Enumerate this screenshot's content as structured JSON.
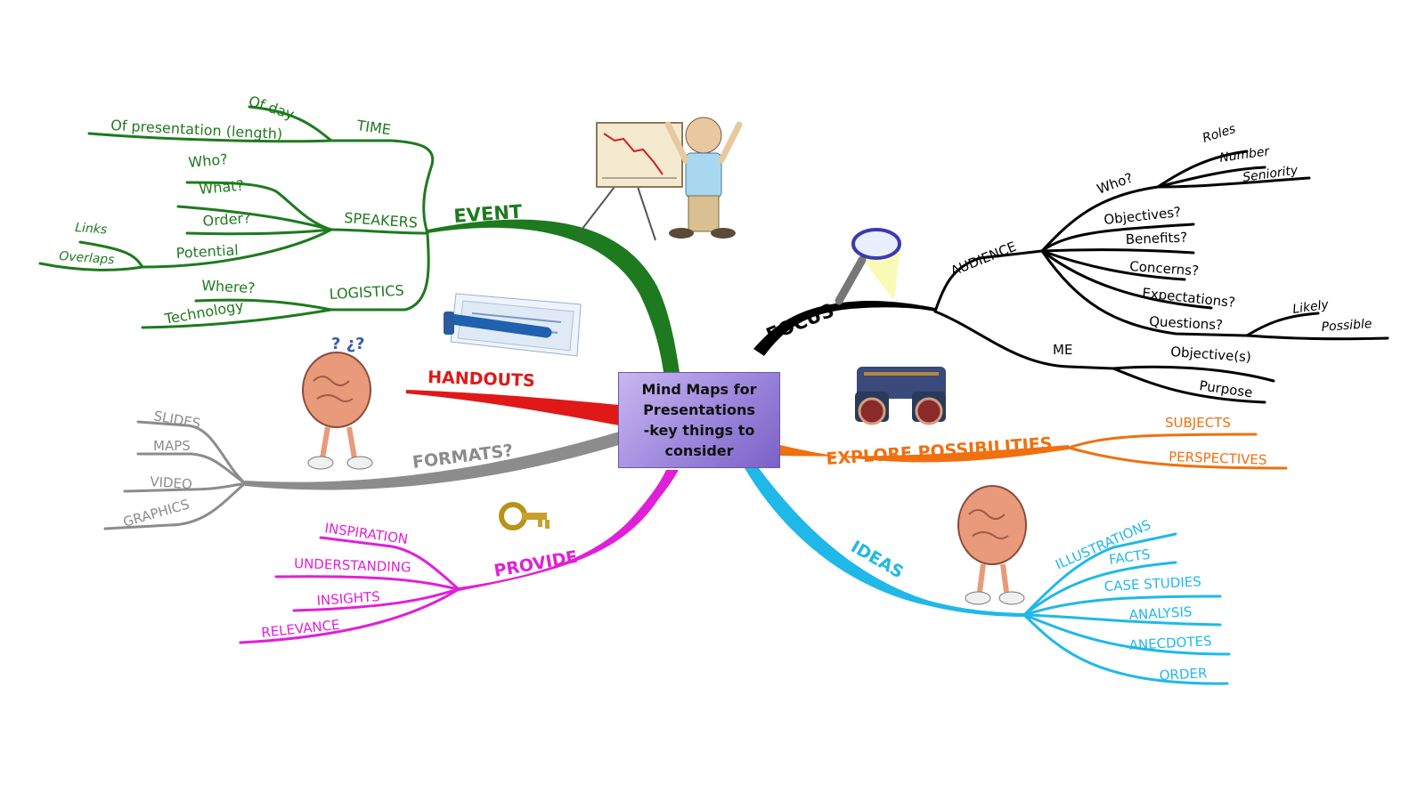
{
  "title": [
    "Mind Maps for",
    "Presentations",
    "-key things to",
    "consider"
  ],
  "colors": {
    "event": "#1e7a1e",
    "focus": "#000000",
    "handouts": "#e01818",
    "formats": "#8c8c8c",
    "provide": "#e020d8",
    "explore": "#f07010",
    "ideas": "#20b8e8",
    "center": "#a08ce0"
  },
  "event": {
    "label": "EVENT",
    "time": {
      "label": "TIME",
      "items": [
        "Of day",
        "Of presentation (length)"
      ]
    },
    "speakers": {
      "label": "SPEAKERS",
      "items": [
        "Who?",
        "What?",
        "Order?",
        "Potential"
      ],
      "potential_items": [
        "Links",
        "Overlaps"
      ]
    },
    "logistics": {
      "label": "LOGISTICS",
      "items": [
        "Where?",
        "Technology"
      ]
    }
  },
  "handouts": {
    "label": "HANDOUTS"
  },
  "formats": {
    "label": "FORMATS?",
    "items": [
      "SLIDES",
      "MAPS",
      "VIDEO",
      "GRAPHICS"
    ]
  },
  "provide": {
    "label": "PROVIDE",
    "items": [
      "INSPIRATION",
      "UNDERSTANDING",
      "INSIGHTS",
      "RELEVANCE"
    ]
  },
  "focus": {
    "label": "FOCUS",
    "audience": {
      "label": "AUDIENCE",
      "who": {
        "label": "Who?",
        "items": [
          "Roles",
          "Number",
          "Seniority"
        ]
      },
      "items": [
        "Objectives?",
        "Benefits?",
        "Concerns?",
        "Expectations?"
      ],
      "questions": {
        "label": "Questions?",
        "items": [
          "Likely",
          "Possible"
        ]
      }
    },
    "me": {
      "label": "ME",
      "items": [
        "Objective(s)",
        "Purpose"
      ]
    }
  },
  "explore": {
    "label": "EXPLORE POSSIBILITIES",
    "items": [
      "SUBJECTS",
      "PERSPECTIVES"
    ]
  },
  "ideas": {
    "label": "IDEAS",
    "items": [
      "ILLUSTRATIONS",
      "FACTS",
      "CASE STUDIES",
      "ANALYSIS",
      "ANECDOTES",
      "ORDER"
    ]
  },
  "illustrations": [
    "presenter-with-falling-chart",
    "papers-and-pen",
    "confused-brain",
    "key",
    "magnifying-glass",
    "binoculars",
    "thinking-brain"
  ]
}
